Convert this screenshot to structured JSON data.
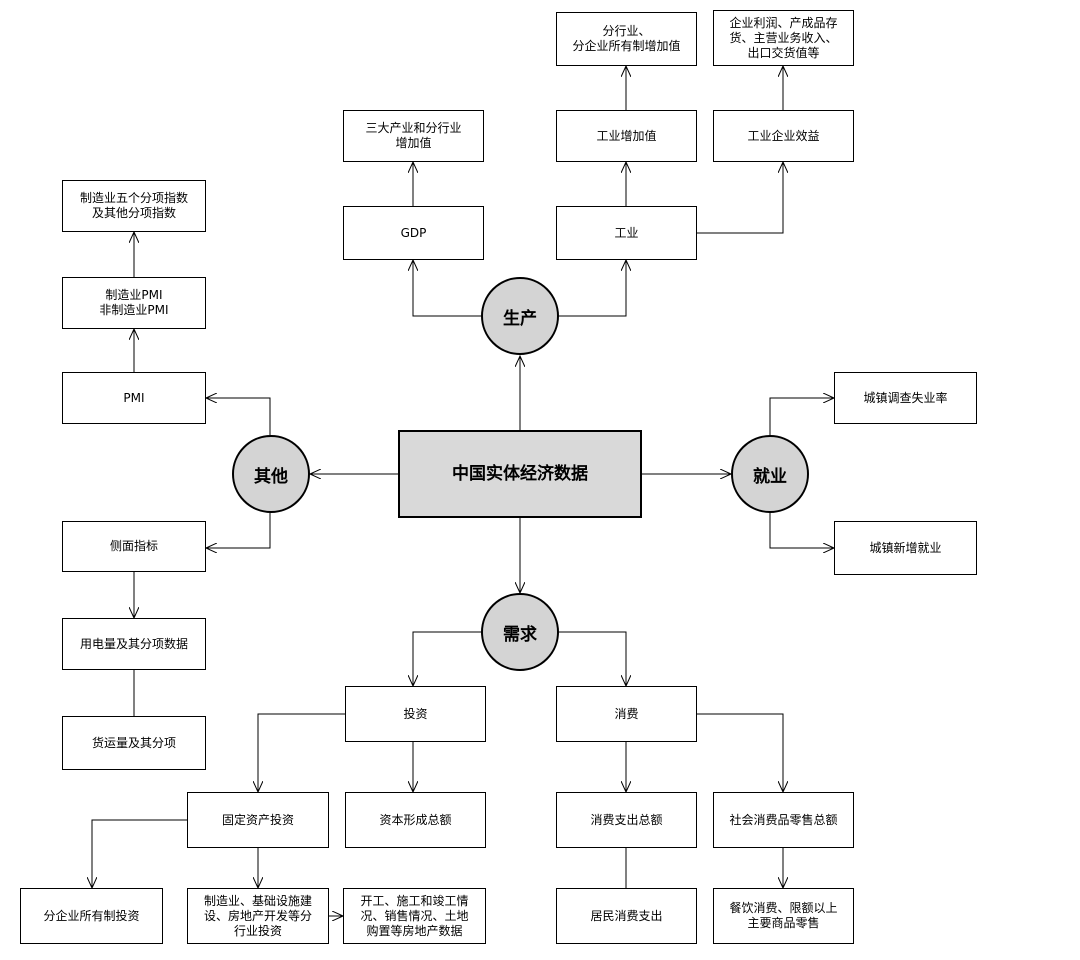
{
  "center": "中国实体经济数据",
  "categories": {
    "production": "生产",
    "employment": "就业",
    "demand": "需求",
    "other": "其他"
  },
  "production": {
    "gdp": "GDP",
    "gdp_detail": "三大产业和分行业\n增加值",
    "industry": "工业",
    "industry_value_added": "工业增加值",
    "industry_value_added_detail": "分行业、\n分企业所有制增加值",
    "industry_profit": "工业企业效益",
    "industry_profit_detail": "企业利润、产成品存\n货、主营业务收入、\n出口交货值等"
  },
  "employment": {
    "unemployment": "城镇调查失业率",
    "new_jobs": "城镇新增就业"
  },
  "other": {
    "pmi": "PMI",
    "pmi_split": "制造业PMI\n非制造业PMI",
    "pmi_detail": "制造业五个分项指数\n及其他分项指数",
    "side_indicators": "侧面指标",
    "electricity": "用电量及其分项数据",
    "freight": "货运量及其分项"
  },
  "demand": {
    "investment": "投资",
    "fixed_asset": "固定资产投资",
    "capital_formation": "资本形成总额",
    "ownership_investment": "分企业所有制投资",
    "sector_investment": "制造业、基础设施建\n设、房地产开发等分\n行业投资",
    "real_estate": "开工、施工和竣工情\n况、销售情况、土地\n购置等房地产数据",
    "consumption": "消费",
    "consumption_total": "消费支出总额",
    "retail_total": "社会消费品零售总额",
    "resident_consumption": "居民消费支出",
    "retail_detail": "餐饮消费、限额以上\n主要商品零售"
  }
}
